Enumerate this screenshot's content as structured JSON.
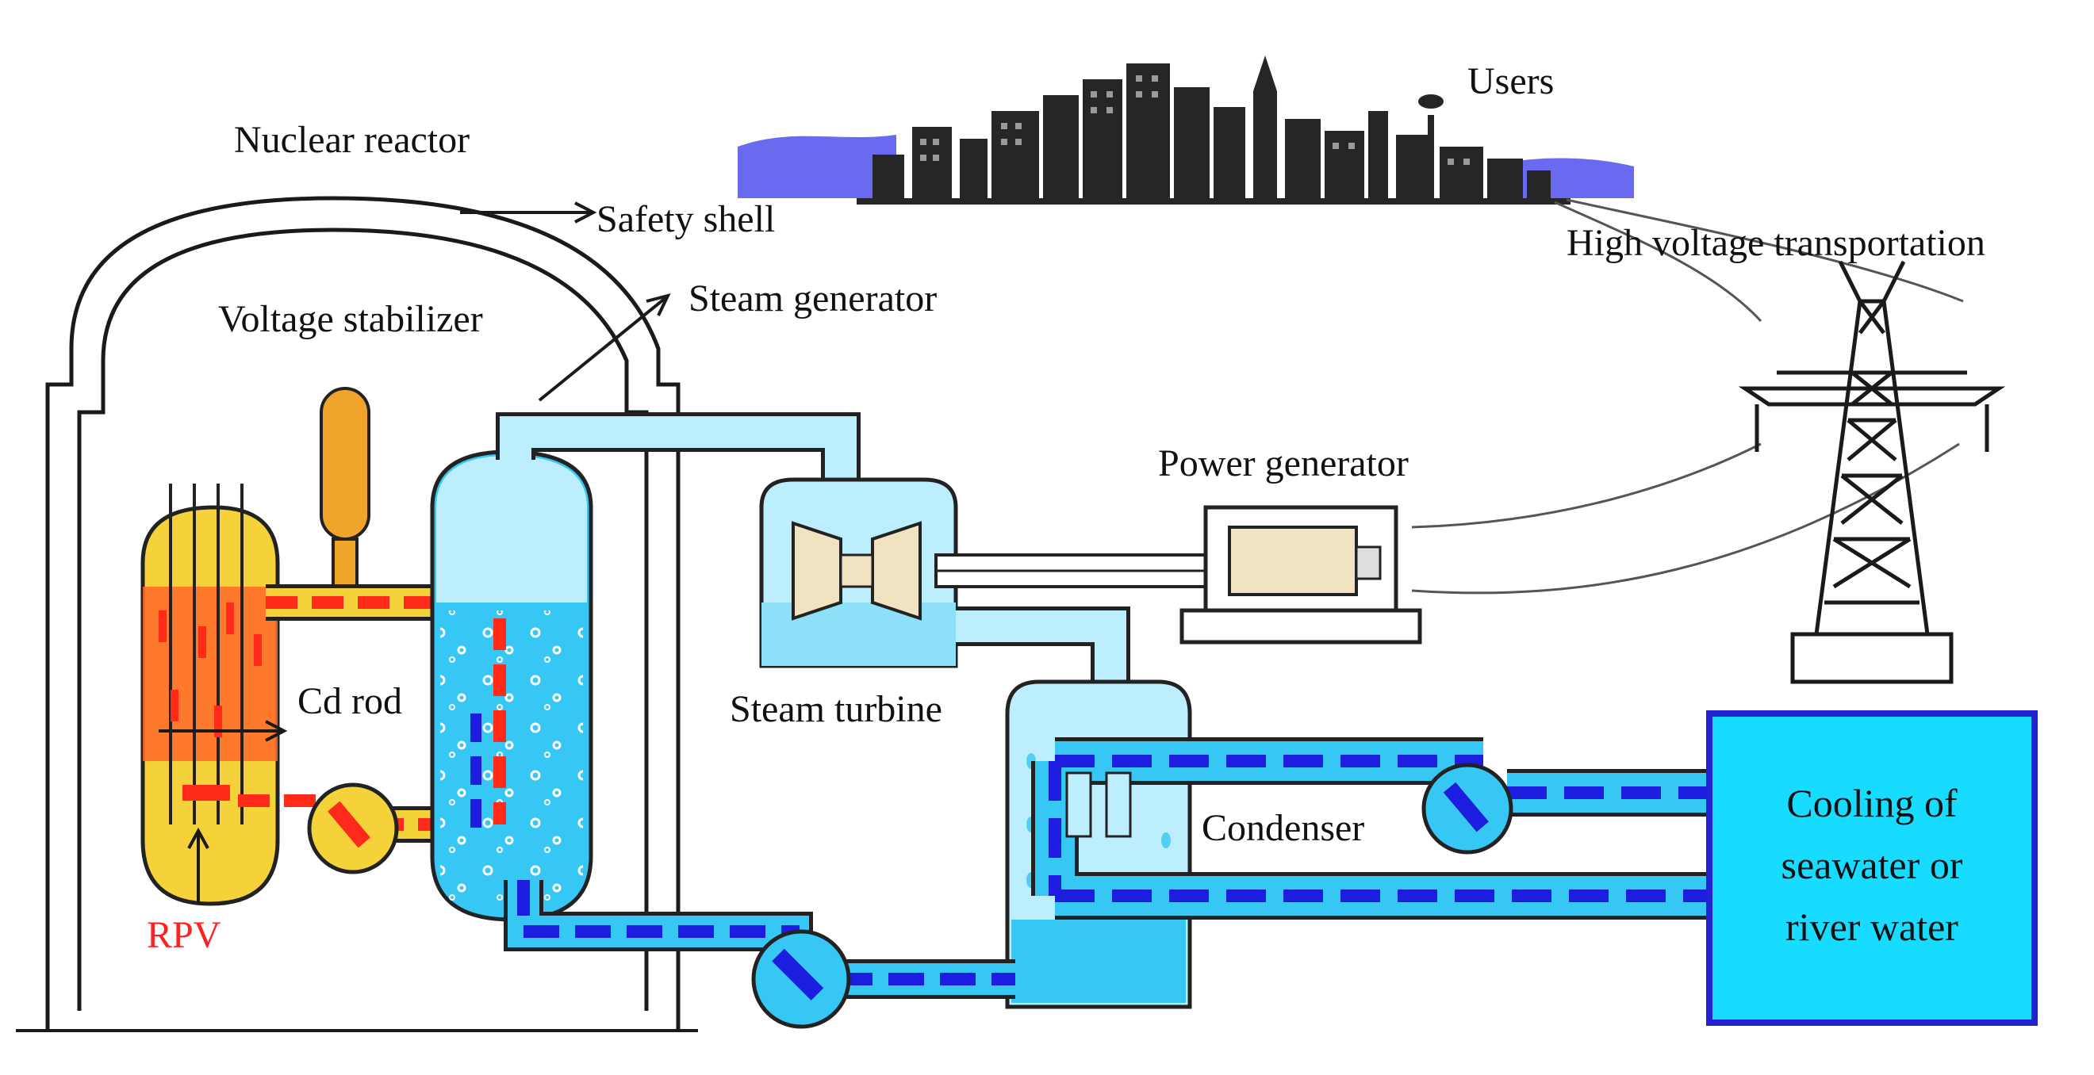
{
  "labels": {
    "nuclear_reactor": "Nuclear reactor",
    "safety_shell": "Safety shell",
    "voltage_stabilizer": "Voltage stabilizer",
    "steam_generator": "Steam generator",
    "users": "Users",
    "high_voltage": "High voltage transportation",
    "power_generator": "Power generator",
    "steam_turbine": "Steam turbine",
    "cd_rod": "Cd rod",
    "condenser": "Condenser",
    "rpv": "RPV",
    "cooling_line1": "Cooling of",
    "cooling_line2": "seawater or",
    "cooling_line3": "river water"
  },
  "colors": {
    "hot_loop": "#ff2a1a",
    "hot_fill": "#f5d23a",
    "cold_loop": "#1d1de0",
    "water": "#37c7f5",
    "steam": "#bdeefd",
    "cooling_box": "#18dcff",
    "cooling_border": "#2222d0",
    "rpv_text": "#ff2020"
  }
}
